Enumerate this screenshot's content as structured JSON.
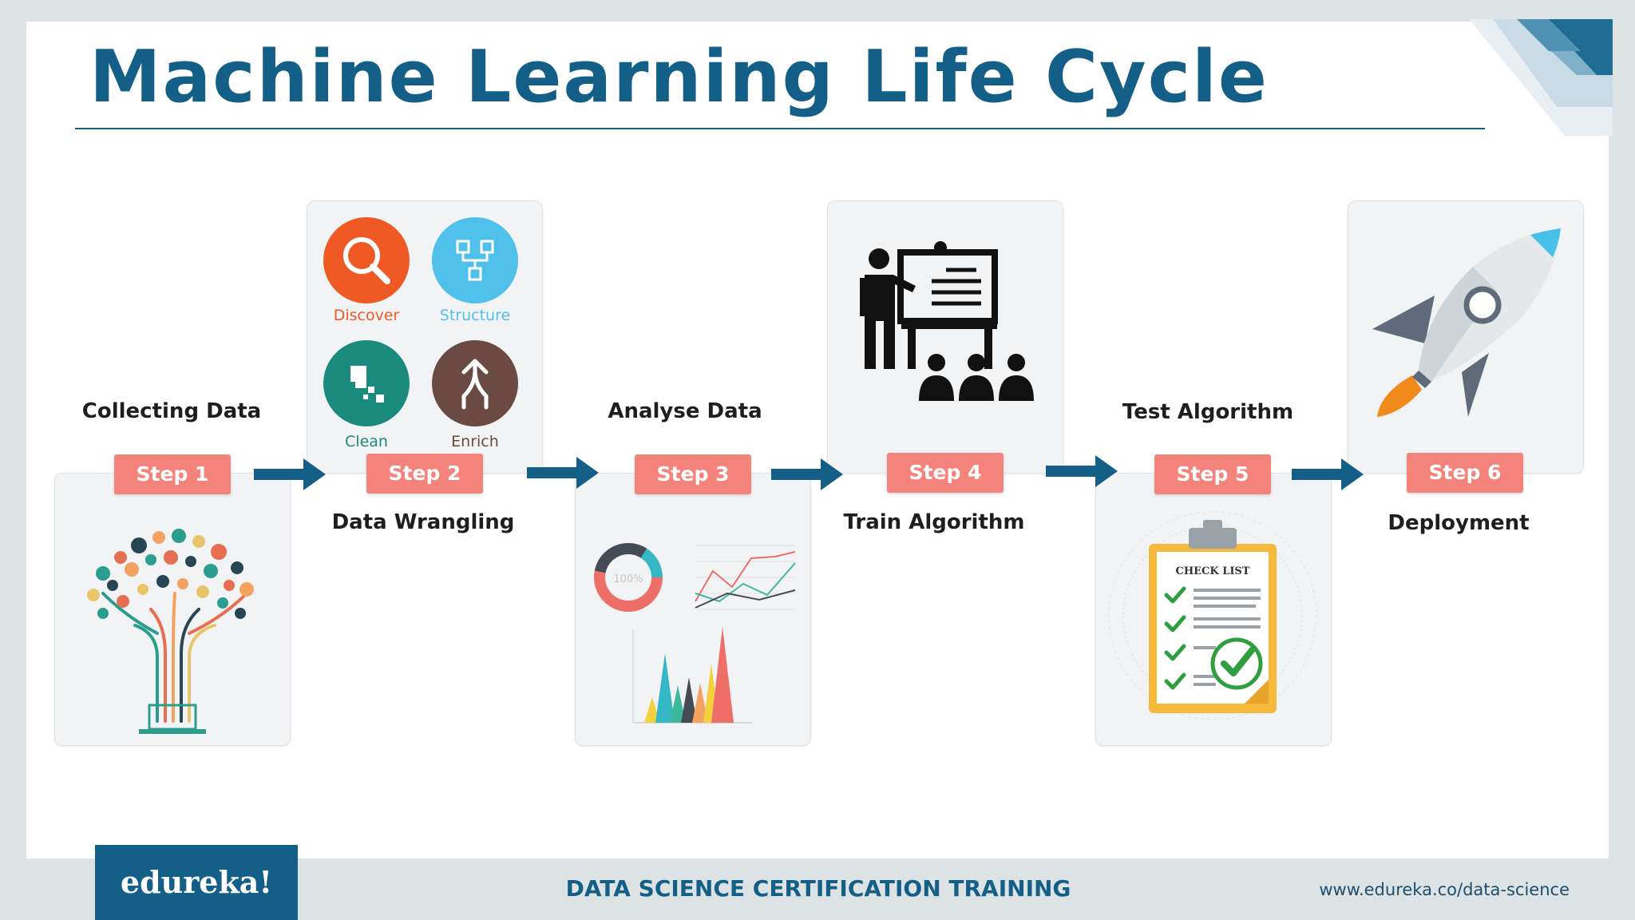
{
  "title": "Machine Learning Life Cycle",
  "colors": {
    "title": "#135f87",
    "step_badge": "#f4837b",
    "arrow": "#135f87",
    "discover": "#ef5a24",
    "structure": "#4fc0ea",
    "clean": "#1b8a7e",
    "enrich": "#6b4a44"
  },
  "steps": [
    {
      "badge": "Step 1",
      "phase": "Collecting Data",
      "icon": "data-tree-icon"
    },
    {
      "badge": "Step 2",
      "phase": "Data Wrangling",
      "icon": "wrangling-icons"
    },
    {
      "badge": "Step 3",
      "phase": "Analyse Data",
      "icon": "analytics-charts-icon"
    },
    {
      "badge": "Step 4",
      "phase": "Train Algorithm",
      "icon": "presentation-training-icon"
    },
    {
      "badge": "Step 5",
      "phase": "Test Algorithm",
      "icon": "checklist-clipboard-icon"
    },
    {
      "badge": "Step 6",
      "phase": "Deployment",
      "icon": "rocket-icon"
    }
  ],
  "wrangling": {
    "discover": "Discover",
    "structure": "Structure",
    "clean": "Clean",
    "enrich": "Enrich"
  },
  "checklist_title": "CHECK LIST",
  "donut_label": "100%",
  "footer": {
    "logo": "edureka!",
    "title": "DATA SCIENCE CERTIFICATION TRAINING",
    "url": "www.edureka.co/data-science"
  }
}
